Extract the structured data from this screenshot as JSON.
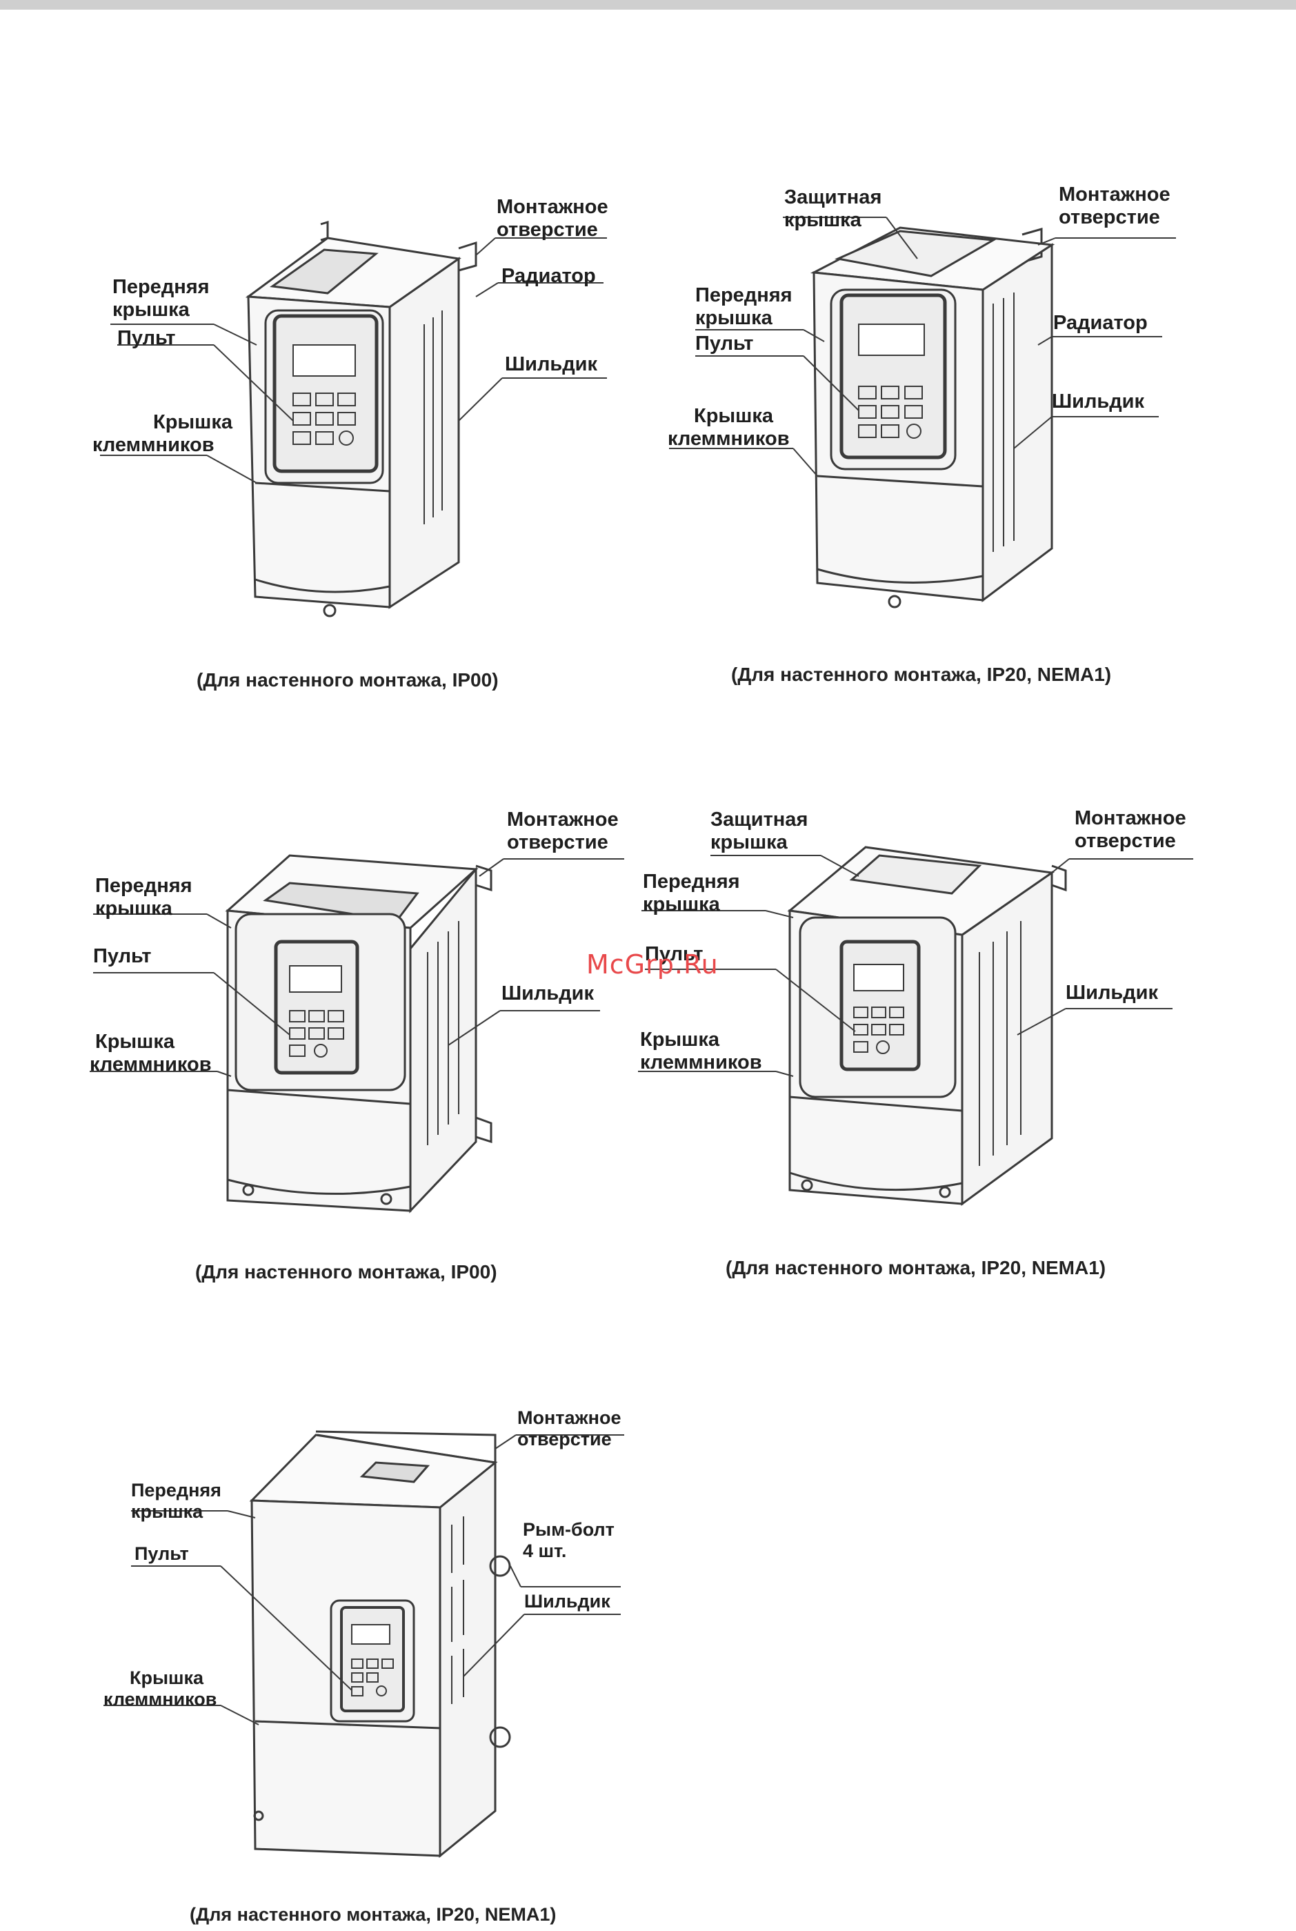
{
  "watermark": "McGrp.Ru",
  "labels": {
    "mounting_hole": [
      "Монтажное",
      "отверстие"
    ],
    "front_cover": [
      "Передняя",
      "крышка"
    ],
    "keypad": "Пульт",
    "terminal_cover": [
      "Крышка",
      "клеммников"
    ],
    "heatsink": "Радиатор",
    "nameplate": "Шильдик",
    "protective_cover": [
      "Защитная",
      "крышка"
    ],
    "eye_bolt": [
      "Рым-болт",
      "4 шт."
    ]
  },
  "captions": {
    "p1": "(Для настенного монтажа, IP00)",
    "p2": "(Для настенного монтажа, IP20, NEMA1)",
    "p3": "(Для настенного монтажа, IP00)",
    "p4": "(Для настенного монтажа, IP20, NEMA1)",
    "p5": "(Для настенного монтажа, IP20, NEMA1)"
  }
}
